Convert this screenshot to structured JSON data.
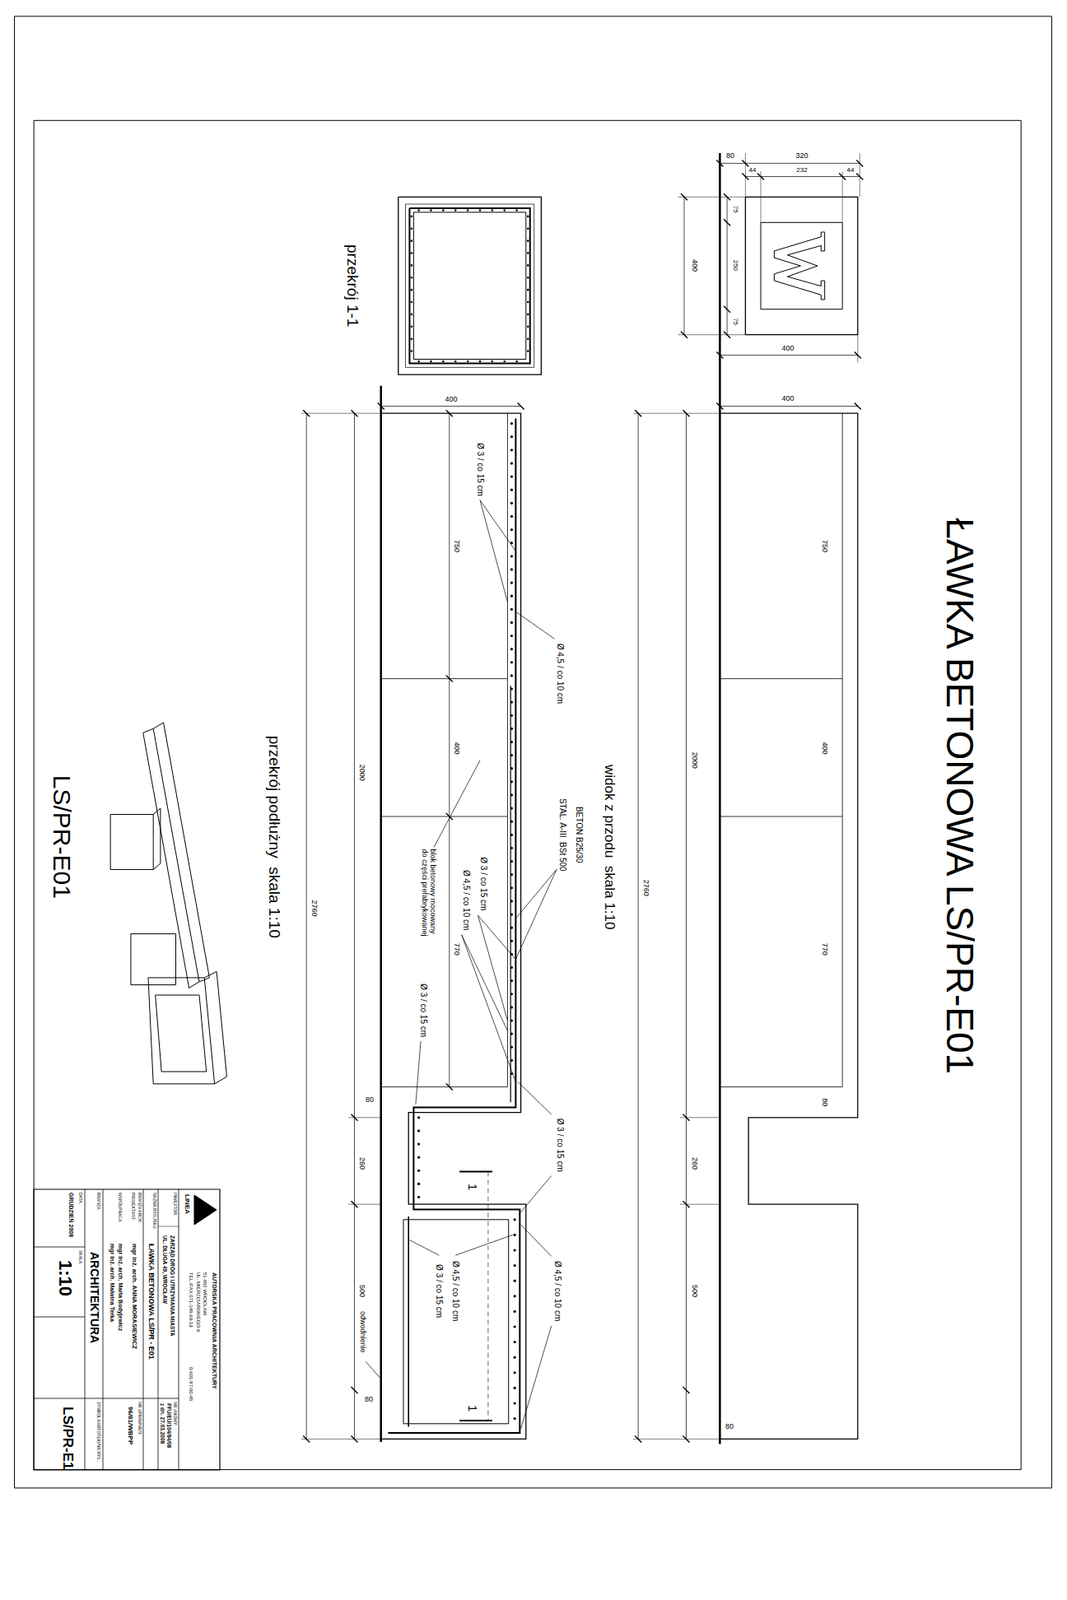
{
  "diagram": {
    "title": "ŁAWKA BETONOWA LS/PR-E01",
    "labels": [
      "80",
      "320",
      "44",
      "232",
      "44",
      "400",
      "75",
      "250",
      "75",
      "400",
      "400",
      "750",
      "400",
      "770",
      "80",
      "2000",
      "2760",
      "260",
      "500",
      "80",
      "widok z przodu  skala 1:10",
      "400",
      "750",
      "400",
      "770",
      "2000",
      "2760",
      "80",
      "260",
      "500",
      "80",
      "Ø 3 / co 15 cm",
      "Ø 4,5 / co 10 cm",
      "BETON B25/30",
      "STAL. A-III  BSt 500",
      "Ø 3 / co 15 cm",
      "Ø 4,5 / co 10 cm",
      "blok betonowy mocowany do części prefabrykowanej",
      "Ø 3 / co 15 cm",
      "Ø 3 / co 15 cm",
      "Ø 4,5 / co 10 cm",
      "Ø 4,5 / co 10 cm",
      "Ø 3 / co 15 cm",
      "odwodnienie",
      "1",
      "1",
      "przekrój 1-1",
      "przekrój podłużny  skala 1:10",
      "LS/PR-E01",
      "AUTORSKA PRACOWNIA ARCHITEKTURY",
      "LINEA",
      "51-682 WROCŁAW",
      "UL. MIERZCIAŃSKIEGO 9",
      "TEL./FAX 071-348-69-19",
      "0-601-87-00-65",
      "INWESTOR:",
      "ZARZĄD DRÓG I UTRZYMANIA MIASTA",
      "UL. DŁUGA 49, WROCŁAW",
      "NR UMOWY:",
      "FFU/EU/104/84/08",
      "z dn. 27.03.2008",
      "NAZWA RYSUNKU:",
      "ŁAWKA BETONOWA LS/PR - E01",
      "BRANŻA ARCH.",
      "PROJEKTANT:",
      "mgr inż. arch. ANNA MORASIEWICZ",
      "NR UPRAWNIEŃ:",
      "96/81/WBPP",
      "WSPÓŁPRACA:",
      "mgr inż. arch. Marta Bodyjewicz",
      "mgr inż. arch. Malwina Terka",
      "BRANŻA:",
      "ARCHITEKTURA",
      "SYMBOL KARTOTEKI/NR RYS.:",
      "DATA:",
      "GRUDZIEŃ 2008",
      "SKALA:",
      "1:10",
      "LS/PR-E1"
    ]
  }
}
